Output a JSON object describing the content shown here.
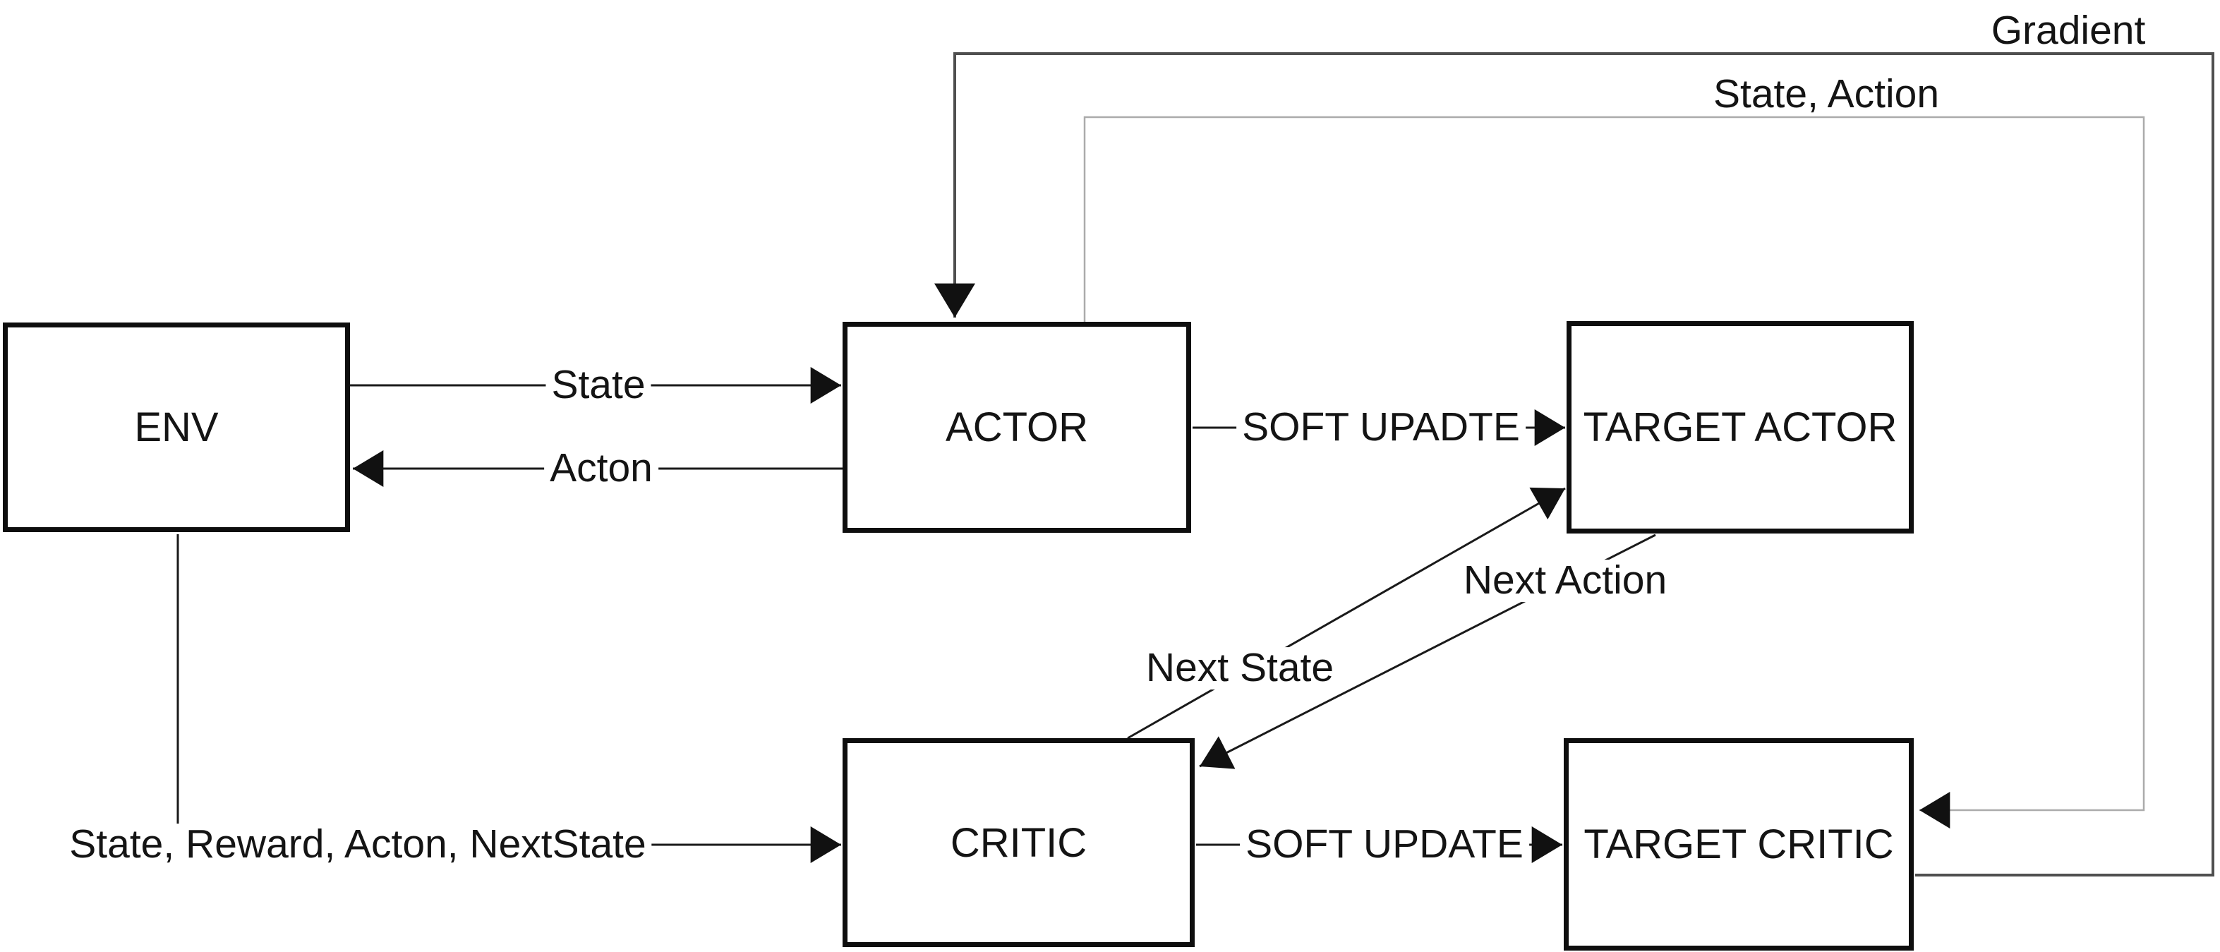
{
  "diagram": {
    "title_hint": "Actor-Critic reinforcement learning architecture",
    "background_color": "#ffffff",
    "line_color": "#1a1a1a",
    "gradient_line_color": "#4f4f4f",
    "state_action_line_color": "#ababab",
    "box_border_color": "#0e0e0e",
    "boxes": [
      {
        "id": "env",
        "label": "ENV"
      },
      {
        "id": "actor",
        "label": "ACTOR"
      },
      {
        "id": "target-actor",
        "label": "TARGET ACTOR"
      },
      {
        "id": "critic",
        "label": "CRITIC"
      },
      {
        "id": "target-critic",
        "label": "TARGET CRITIC"
      }
    ],
    "edges": [
      {
        "id": "state",
        "label": "State",
        "from": "ENV",
        "to": "ACTOR"
      },
      {
        "id": "acton",
        "label": "Acton",
        "from": "ACTOR",
        "to": "ENV"
      },
      {
        "id": "soft-update-actor",
        "label": "SOFT UPADTE",
        "from": "ACTOR",
        "to": "TARGET ACTOR"
      },
      {
        "id": "soft-update-critic",
        "label": "SOFT UPDATE",
        "from": "CRITIC",
        "to": "TARGET CRITIC"
      },
      {
        "id": "replay",
        "label": "State, Reward, Acton, NextState",
        "from": "ENV",
        "to": "CRITIC"
      },
      {
        "id": "next-state",
        "label": "Next State",
        "from": "CRITIC",
        "to": "TARGET ACTOR"
      },
      {
        "id": "next-action",
        "label": "Next Action",
        "from": "TARGET ACTOR",
        "to": "CRITIC"
      },
      {
        "id": "gradient",
        "label": "Gradient",
        "from": "TARGET CRITIC",
        "to": "ACTOR"
      },
      {
        "id": "state-action",
        "label": "State, Action",
        "from": "ACTOR",
        "to": "TARGET CRITIC"
      }
    ]
  }
}
